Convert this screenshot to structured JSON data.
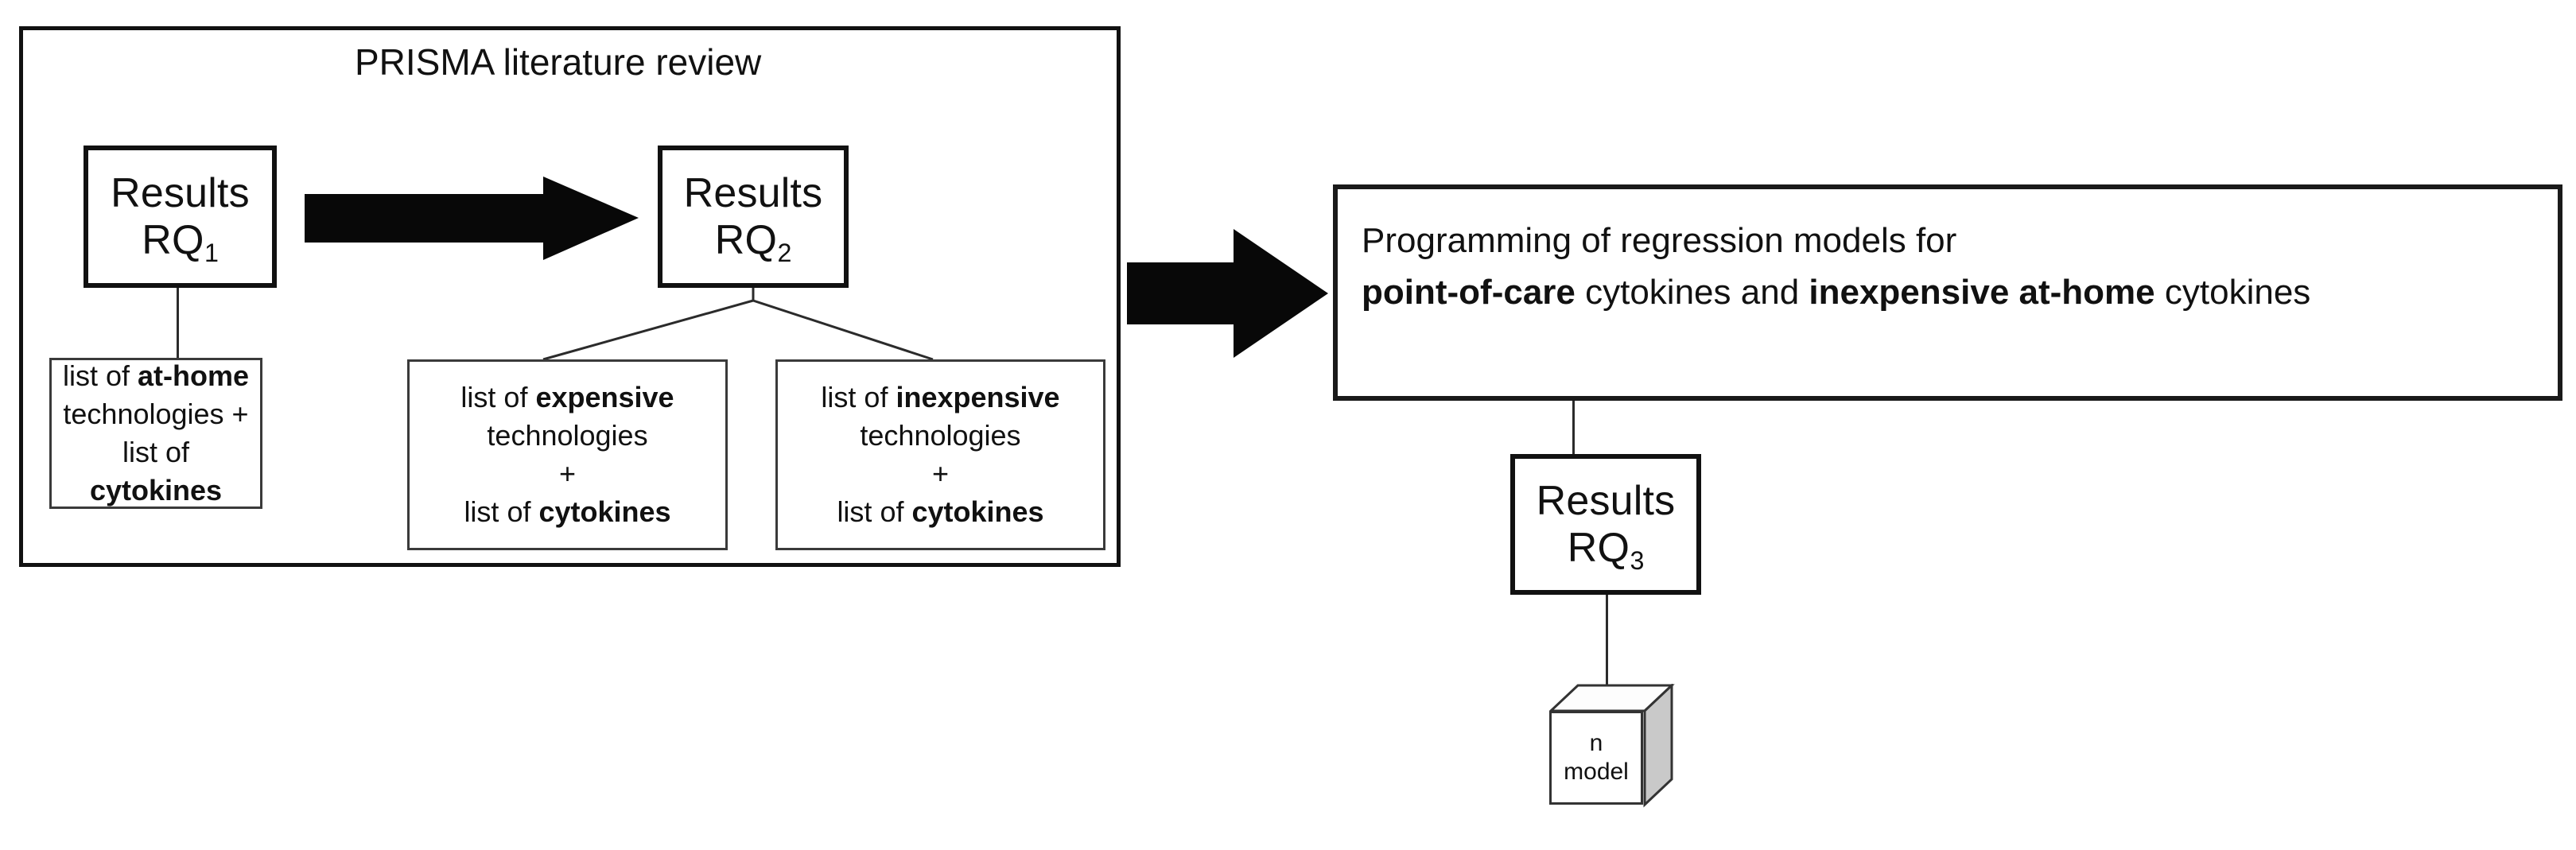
{
  "diagram": {
    "type": "flowchart",
    "prisma_container": {
      "title": "PRISMA literature review"
    },
    "nodes": {
      "rq1": {
        "line1": "Results",
        "line2": "RQ",
        "sub": "1"
      },
      "rq2": {
        "line1": "Results",
        "line2": "RQ",
        "sub": "2"
      },
      "rq3": {
        "line1": "Results",
        "line2": "RQ",
        "sub": "3"
      }
    },
    "list_boxes": [
      {
        "id": "at-home",
        "lines": [
          {
            "pre": "list of ",
            "bold": "at-home",
            "post": ""
          },
          {
            "pre": "technologies +",
            "bold": "",
            "post": ""
          },
          {
            "pre": "list of ",
            "bold": "cytokines",
            "post": ""
          }
        ]
      },
      {
        "id": "expensive",
        "lines": [
          {
            "pre": "list of ",
            "bold": "expensive",
            "post": ""
          },
          {
            "pre": "technologies",
            "bold": "",
            "post": ""
          },
          {
            "pre": "+",
            "bold": "",
            "post": ""
          },
          {
            "pre": "list of ",
            "bold": "cytokines",
            "post": ""
          }
        ]
      },
      {
        "id": "inexpensive",
        "lines": [
          {
            "pre": "list of ",
            "bold": "inexpensive",
            "post": ""
          },
          {
            "pre": "technologies",
            "bold": "",
            "post": ""
          },
          {
            "pre": "+",
            "bold": "",
            "post": ""
          },
          {
            "pre": "list of ",
            "bold": "cytokines",
            "post": ""
          }
        ]
      }
    ],
    "programming_box": {
      "line1": "Programming of regression models for",
      "line2_a": "point-of-care",
      "line2_b": " cytokines and ",
      "line2_c": "inexpensive at-home",
      "line2_d": " cytokines"
    },
    "cube": {
      "line1": "n",
      "line2": "model"
    },
    "arrows": [
      {
        "id": "rq1-to-rq2",
        "direction": "right"
      },
      {
        "id": "prisma-to-programming",
        "direction": "right"
      }
    ],
    "colors": {
      "stroke": "#111111",
      "fill": "#ffffff",
      "arrow": "#080808",
      "cube_shade": "#c9c9c9",
      "connector": "#2b2b2b"
    }
  }
}
